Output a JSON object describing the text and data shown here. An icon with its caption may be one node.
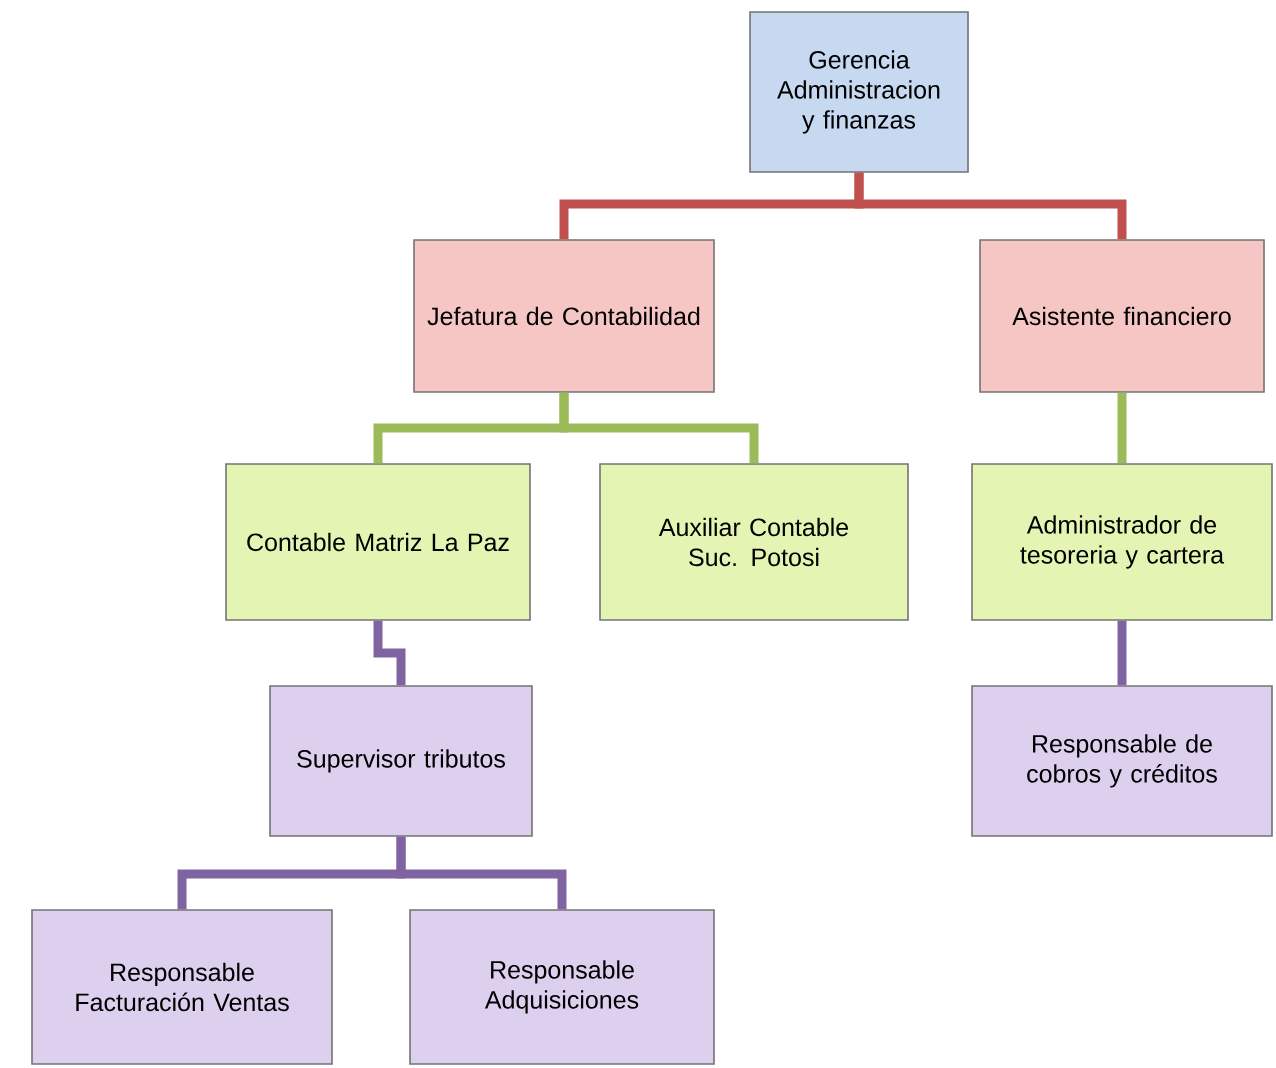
{
  "diagram": {
    "nodes": [
      {
        "text": [
          "Gerencia Administracion y finanzas"
        ]
      },
      {
        "text": [
          "Jefatura de Contabilidad"
        ]
      },
      {
        "text": [
          "Asistente financiero"
        ]
      },
      {
        "text": [
          "Contable Matriz La Paz"
        ]
      },
      {
        "text": [
          "Auxiliar Contable Suc. Potosi"
        ]
      },
      {
        "text": [
          "Administrador de tesoreria y cartera"
        ]
      },
      {
        "text": [
          "Supervisor tributos"
        ]
      },
      {
        "text": [
          "Responsable de cobros y créditos"
        ]
      },
      {
        "text": [
          "Responsable Facturación Ventas"
        ]
      },
      {
        "text": [
          "Responsable Adquisiciones"
        ]
      }
    ],
    "edges": [
      {
        "from": 0,
        "to": 1,
        "arrow": "none",
        "color": "#c0504d"
      },
      {
        "from": 0,
        "to": 2,
        "arrow": "none",
        "color": "#c0504d"
      },
      {
        "from": 1,
        "to": 3,
        "arrow": "none",
        "color": "#9bbb59"
      },
      {
        "from": 1,
        "to": 4,
        "arrow": "none",
        "color": "#9bbb59"
      },
      {
        "from": 2,
        "to": 5,
        "arrow": "none",
        "color": "#9bbb59"
      },
      {
        "from": 3,
        "to": 6,
        "arrow": "none",
        "color": "#8064a2"
      },
      {
        "from": 5,
        "to": 7,
        "arrow": "none",
        "color": "#8064a2"
      },
      {
        "from": 6,
        "to": 8,
        "arrow": "none",
        "color": "#8064a2"
      },
      {
        "from": 6,
        "to": 9,
        "arrow": "none",
        "color": "#8064a2"
      }
    ]
  }
}
